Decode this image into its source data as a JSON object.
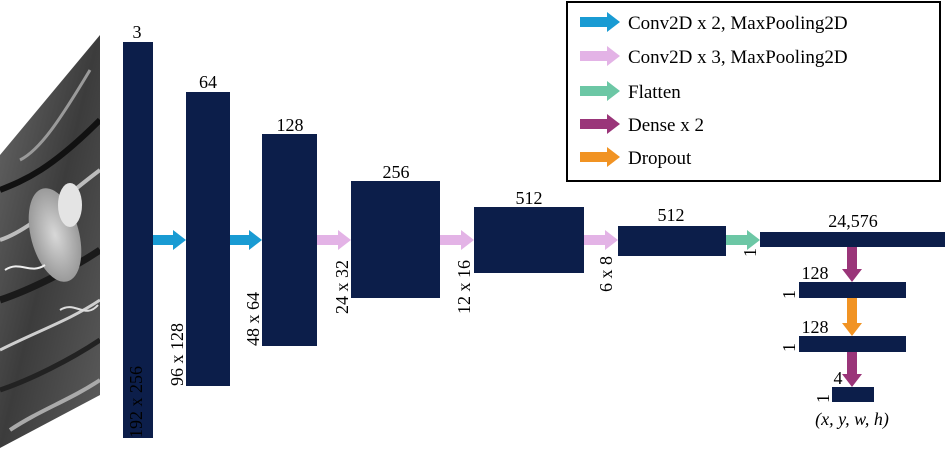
{
  "colors": {
    "block": "#0c1e4a",
    "arrow_conv2": "#199bd3",
    "arrow_conv3": "#e3b3e6",
    "arrow_flatten": "#6cc7a5",
    "arrow_dense": "#9a3579",
    "arrow_dropout": "#f19323"
  },
  "legend": {
    "conv2": "Conv2D x 2, MaxPooling2D",
    "conv3": "Conv2D x 3, MaxPooling2D",
    "flatten": "Flatten",
    "dense": "Dense x 2",
    "dropout": "Dropout"
  },
  "layers": [
    {
      "channels": "3",
      "size": "192 x 256"
    },
    {
      "channels": "64",
      "size": "96 x 128"
    },
    {
      "channels": "128",
      "size": "48 x 64"
    },
    {
      "channels": "256",
      "size": "24 x 32"
    },
    {
      "channels": "512",
      "size": "12 x 16"
    },
    {
      "channels": "512",
      "size": "6 x 8"
    }
  ],
  "dense": [
    {
      "units": "24,576",
      "size": "1"
    },
    {
      "units": "128",
      "size": "1"
    },
    {
      "units": "128",
      "size": "1"
    },
    {
      "units": "4",
      "size": "1"
    }
  ],
  "output_label": "(x, y, w, h)",
  "input_image": "input-scan"
}
